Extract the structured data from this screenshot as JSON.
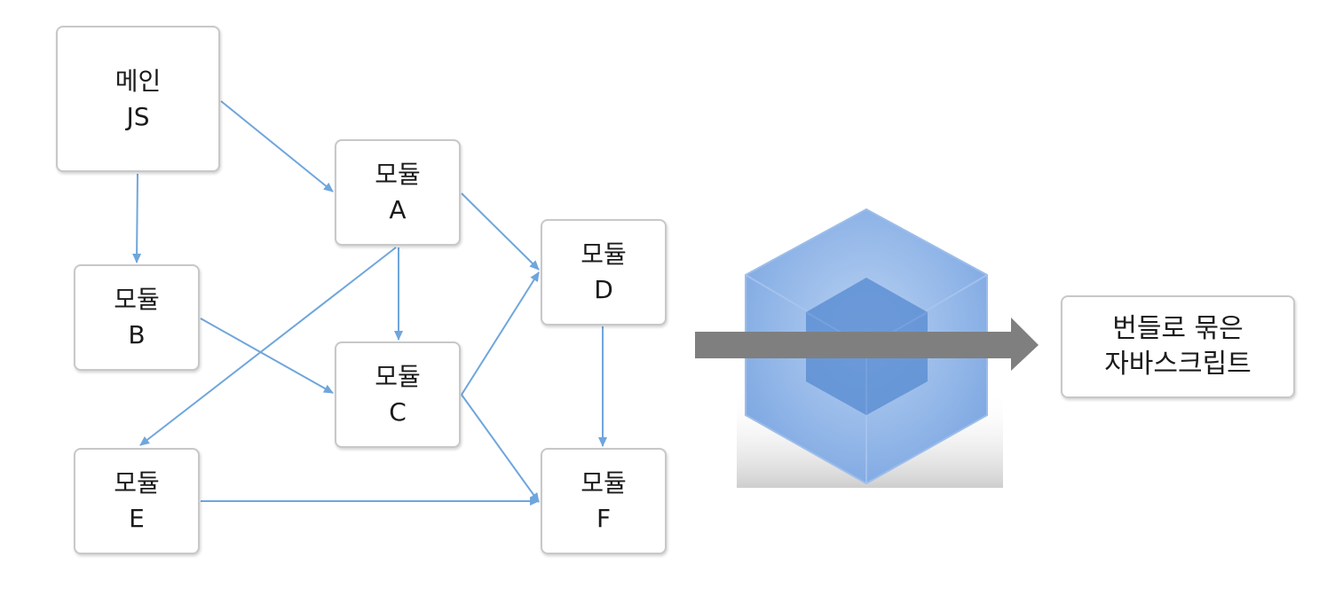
{
  "nodes": {
    "main": {
      "line1": "메인",
      "line2": "JS"
    },
    "a": {
      "line1": "모듈",
      "line2": "A"
    },
    "b": {
      "line1": "모듈",
      "line2": "B"
    },
    "c": {
      "line1": "모듈",
      "line2": "C"
    },
    "d": {
      "line1": "모듈",
      "line2": "D"
    },
    "e": {
      "line1": "모듈",
      "line2": "E"
    },
    "f": {
      "line1": "모듈",
      "line2": "F"
    },
    "output": {
      "line1": "번들로 묶은",
      "line2": "자바스크립트"
    }
  },
  "edges": [
    [
      "main",
      "a"
    ],
    [
      "main",
      "b"
    ],
    [
      "a",
      "c"
    ],
    [
      "a",
      "d"
    ],
    [
      "a",
      "e"
    ],
    [
      "b",
      "c"
    ],
    [
      "c",
      "d"
    ],
    [
      "c",
      "f"
    ],
    [
      "d",
      "f"
    ],
    [
      "e",
      "f"
    ]
  ],
  "colors": {
    "edge": "#6fa6dc",
    "bundle_arrow": "#7f7f7f",
    "cube_outer": "#8ab0e6",
    "cube_inner": "#5b8fd6"
  },
  "icons": {
    "bundler": "cube-icon",
    "bundle_arrow": "arrow-right-icon"
  }
}
